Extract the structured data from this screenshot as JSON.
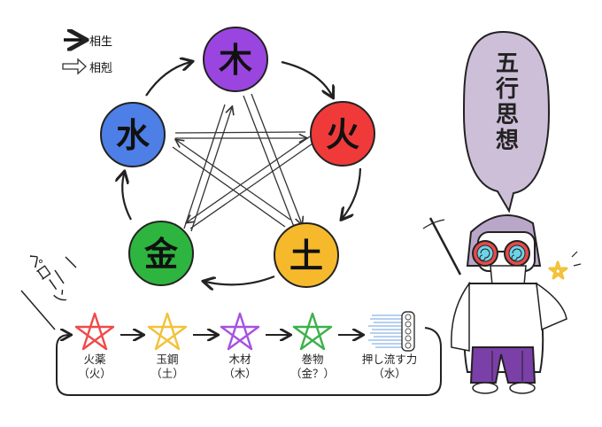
{
  "legend": [
    {
      "label": "相生",
      "arrow": "solid-arrow-icon"
    },
    {
      "label": "相剋",
      "arrow": "hollow-arrow-icon"
    }
  ],
  "elements": [
    {
      "key": "wood",
      "char": "木",
      "color": "#9b45e0"
    },
    {
      "key": "fire",
      "char": "火",
      "color": "#f03a3a"
    },
    {
      "key": "earth",
      "char": "土",
      "color": "#f6b92c"
    },
    {
      "key": "metal",
      "char": "金",
      "color": "#2eb53f"
    },
    {
      "key": "water",
      "char": "水",
      "color": "#4d7fe6"
    }
  ],
  "sfx": "ペローン",
  "bubble": [
    "五",
    "行",
    "思",
    "想"
  ],
  "sequence": [
    {
      "line1": "火薬",
      "line2": "（火）",
      "color": "#ef4a4a"
    },
    {
      "line1": "玉鋼",
      "line2": "（土）",
      "color": "#f2c23a"
    },
    {
      "line1": "木材",
      "line2": "（木）",
      "color": "#a552e0"
    },
    {
      "line1": "巻物",
      "line2": "（金？）",
      "color": "#3cb24a"
    },
    {
      "line1": "押し流す力",
      "line2": "（水）",
      "color": "#8ab4e8"
    }
  ]
}
